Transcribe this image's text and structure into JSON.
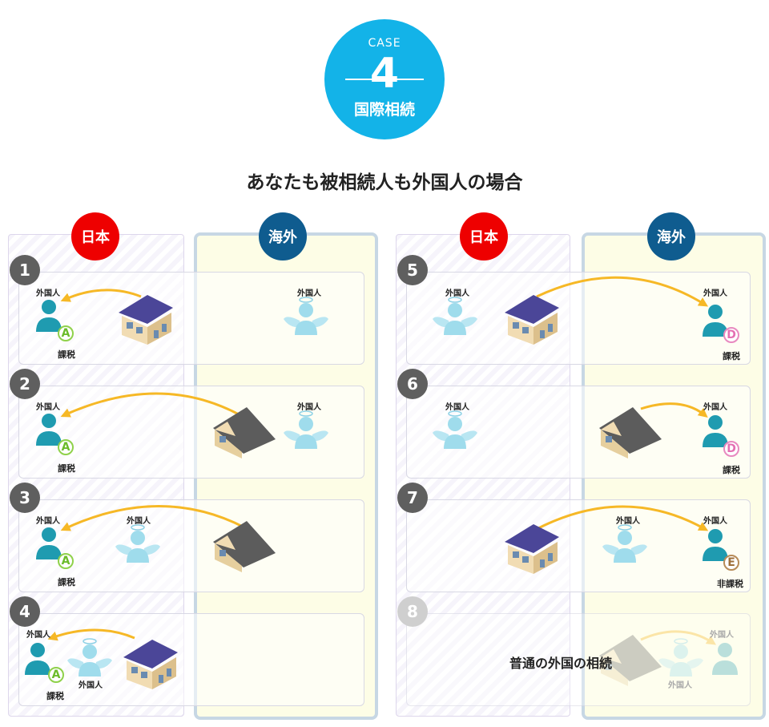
{
  "badge": {
    "case_label": "CASE",
    "number": "4",
    "title": "国際相続"
  },
  "heading": "あなたも被相続人も外国人の場合",
  "columns": {
    "japan": "日本",
    "overseas": "海外"
  },
  "labels": {
    "foreigner": "外国人",
    "taxed": "課税",
    "not_taxed": "非課税"
  },
  "rows": [
    {
      "num": "1"
    },
    {
      "num": "2"
    },
    {
      "num": "3"
    },
    {
      "num": "4"
    },
    {
      "num": "5"
    },
    {
      "num": "6"
    },
    {
      "num": "7"
    },
    {
      "num": "8"
    }
  ],
  "badges": {
    "a": "A",
    "d": "D",
    "e": "E"
  },
  "note": "普通の外国の相続",
  "colors": {
    "badge_blue": "#13b3e8",
    "japan_red": "#ee0000",
    "overseas_blue": "#0f5c8f",
    "arrow": "#f6b826",
    "heir": "#1f9bb0",
    "deceased": "#9fdcec"
  }
}
